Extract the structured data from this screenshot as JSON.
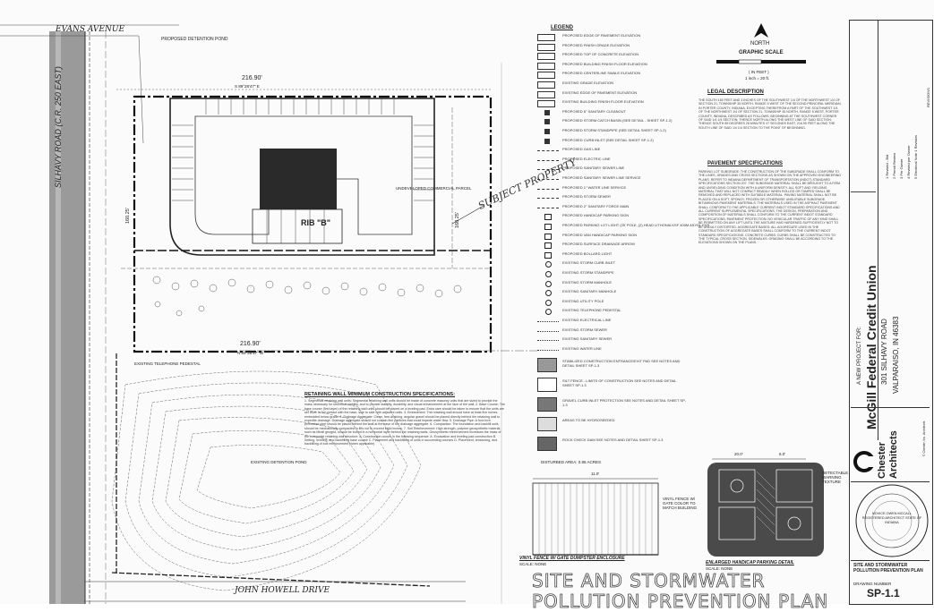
{
  "site": {
    "evans_avenue": "EVANS AVENUE",
    "silhavy_road": "SILHAVY ROAD (C.R. 250 EAST)",
    "john_howell_drive": "JOHN HOWELL DRIVE",
    "subject_property": "SUBJECT PROPERTY",
    "building_label": "RIB \"B\"",
    "detention_pond_label": "EXISTING DETENTION POND",
    "proposed_pond": "PROPOSED DETENTION POND",
    "dim_top": "216.90'",
    "dim_bottom": "216.90'",
    "brg_top": "S 89°28'47\" E",
    "brg_bottom": "N 89°28'47\" W",
    "dim_right": "160.25'",
    "dim_left": "160.25'",
    "undeveloped": "UNDEVELOPED COMMERCIAL PARCEL",
    "ex_storm": "EXISTING TELEPHONE PEDESTAL"
  },
  "legend": {
    "title": "LEGEND",
    "items": [
      "PROPOSED EDGE OF PAVEMENT ELEVATION",
      "PROPOSED FINISH GRADE ELEVATION",
      "PROPOSED TOP OF CONCRETE ELEVATION",
      "PROPOSED BUILDING FINISH FLOOR ELEVATION",
      "PROPOSED CENTERLINE SWALE ELEVATION",
      "EXISTING GRADE ELEVATION",
      "EXISTING EDGE OF PAVEMENT ELEVATION",
      "EXISTING BUILDING FINISH FLOOR ELEVATION",
      "PROPOSED 6\" SANITARY CLEANOUT",
      "PROPOSED STORM CATCH BASIN (SEE DETAIL - SHEET SP-1.2)",
      "PROPOSED STORM STANDPIPE (SEE DETAIL SHEET SP-1.2)",
      "PROPOSED CURB INLET (SEE DETAIL SHEET SP-1.2)",
      "PROPOSED GAS LINE",
      "PROPOSED ELECTRIC LINE",
      "PROPOSED SANITARY SEWER LINE",
      "PROPOSED SANITARY SEWER LINE SERVICE",
      "PROPOSED 1\" WATER LINE SERVICE",
      "PROPOSED STORM SEWER",
      "PROPOSED 2\" SANITARY FORCE MAIN",
      "PROPOSED HANDICAP PARKING SIGN",
      "PROPOSED PARKING LOT LIGHT (25' POLE, (2) HEAD LITHONIA KSF 400M ASYDL EXS",
      "PROPOSED VAN HANDICAP PARKING SIGN",
      "PROPOSED SURFACE DRAINAGE ARROW",
      "PROPOSED BOLLARD LIGHT",
      "EXISTING STORM CURB INLET",
      "EXISTING STORM STANDPIPE",
      "EXISTING STORM MANHOLE",
      "EXISTING SANITARY MANHOLE",
      "EXISTING UTILITY POLE",
      "EXISTING TELEPHONE PEDESTAL",
      "EXISTING ELECTRICAL LINE",
      "EXISTING STORM SEWER",
      "EXISTING SANITARY SEWER",
      "EXISTING WATER LINE"
    ],
    "erosion": [
      "STABILIZED CONSTRUCTION ENTRANCE/EXIT PAD SEE NOTES AND DETAIL SHEET SP-1.3",
      "SILT FENCE - LIMITS OF CONSTRUCTION SEE NOTES AND DETAIL SHEET SP-1.3",
      "GRAVEL CURB INLET PROTECTION SEE NOTES AND DETAIL SHEET SP-1.3",
      "AREAS TO BE HYDROSEEDED",
      "ROCK CHECK DAM SEE NOTES AND DETAIL SHEET SP-1.3"
    ],
    "disturbed": "DISTURBED AREA: 0.85 ACRES"
  },
  "north": {
    "label": "NORTH",
    "scale_title": "GRAPHIC SCALE",
    "scale_units": "( IN FEET )",
    "scale_ratio": "1 inch = 20 ft."
  },
  "sections": {
    "legal": "LEGAL DESCRIPTION",
    "pavement": "PAVEMENT SPECIFICATIONS",
    "retaining": "RETAINING WALL MINIMUM CONSTRUCTION SPECIFICATIONS:"
  },
  "text": {
    "legal_body": "THE SOUTH 160 FEET AND 3 INCHES OF THE SOUTHWEST 1/4 OF THE NORTHWEST 1/4 OF SECTION 21, TOWNSHIP 35 NORTH, RANGE 5 WEST OF THE SECOND PRINCIPAL MERIDIAN, IN PORTER COUNTY, INDIANA, EXCEPTING THEREFROM A PART OF THE SOUTHWEST 1/4 OF THE NORTHWEST 1/4 OF SECTION 21, TOWNSHIP 35 NORTH, RANGE 5 WEST, PORTER COUNTY, INDIANA, DESCRIBED AS FOLLOWS: BEGINNING AT THE SOUTHWEST CORNER OF SAID 1/4 1/4 SECTION; THENCE NORTH ALONG THE WEST LINE OF SAID SECTION; THENCE SOUTH 89 DEGREES 28 MINUTES 47 SECONDS EAST, 216.90 FEET ALONG THE SOUTH LINE OF SAID 1/4 1/4 SECTION TO THE POINT OF BEGINNING.",
    "pavement_body": "PARKING LOT SUBGRADE: THE CONSTRUCTION OF THE SUBGRADE SHALL CONFORM TO THE LINES, GRADES AND CROSS SECTIONS AS SHOWN ON THE APPROVED ENGINEERING PLANS. REFER TO INDIANA DEPARTMENT OF TRANSPORTATION (INDOT) STANDARD SPECIFICATIONS SECTION 207. THE SUBGRADE MATERIAL SHALL BE BROUGHT TO A FIRM AND UNYIELDING CONDITION WITH A UNIFORM DENSITY. ALL SOFT AND YIELDING MATERIAL THAT WILL NOT COMPACT READILY WHEN ROLLED OR TAMPED SHALL BE REMOVED AND REPLACED WITH SUITABLE MATERIAL. PAVING MATERIAL SHALL NOT BE PLACED ON A SOFT, SPONGY, FROZEN OR OTHERWISE UNSUITABLE SUBGRADE. BITUMINOUS PAVEMENT MATERIALS: THE MATERIALS USED IN THE ASPHALT PAVEMENT SHALL CONFORM TO THE APPLICABLE CURRENT INDOT STANDARD SPECIFICATIONS AND ALL CURRENT SUPPLEMENTAL SPECIFICATIONS. THE DESIGN, PREPARATION AND COMPOSITION OF MATERIALS SHALL CONFORM TO THE CURRENT INDOT STANDARD SPECIFICATIONS. PAVEMENT PROTECTION: NO VEHICULAR TRAFFIC OF ANY KIND SHALL BE PERMITTED ON ANY LIFT UNTIL THE MIXTURE HAS HARDENED SUFFICIENTLY NOT TO BE UNDULY DISTORTED. AGGREGATE BASES: ALL AGGREGATE USED IN THE CONSTRUCTION OF AGGREGATE BASES SHALL CONFORM TO THE CURRENT INDOT STANDARD SPECIFICATIONS. CONCRETE CURBS: CURBS SHALL BE CONSTRUCTED TO THE TYPICAL CROSS SECTION. SIDEWALKS: GRADING SHALL BE ACCORDING TO THE ELEVATIONS SHOWN ON THE PLANS.",
    "retaining_body": "1. Segmental retaining wall units: Segmental retaining wall units should be made of concrete masonry units that are sized to provide the mass necessary for structural stability, and to provide stability, durability, and visual enhancement at the face of the wall. 2. Base Course: The base course (first layer) of the retaining wall units should be placed on a leveling pad. Extra care should be taken to ensure that the units are set level, in full contact with the base, side to side with adjacent units. 3. Embedment: The retaining wall should have at least five inches embedded below grade. 4. Drainage Aggregate: Clean, free-draining, angular gravel should be placed directly behind the retaining wall to expedite drainage. Drainage aggregate should not contain fine particles that could impede water flow. 5. Drainage Pipe: A four-inch perforated pipe should be placed behind the wall at the base of the drainage aggregate. 6. Compaction: The foundation and backfill soils should be mechanically compacted in lifts not to exceed eight inches. 7. Soil Reinforcement: High strength, polymer geosynthetic material, such as Mirafi geogrid, should be buried in a horizontal layer behind the retaining walls. Geosynthetic reinforcement increases the mass of the composite retaining wall structure. 8. Construction occurs in the following sequence: A. Excavation and leveling pad construction B. Setting, leveling, and backfilling base course C. Placement and backfilling of units in succeeding courses D. Placement, tensioning, and backfilling of soil reinforcement (when applicable)"
  },
  "details": {
    "fence_title": "VINYL FENCE W/ GATE DUMPSTER ENCLOSURE",
    "fence_scale": "SCALE: NONE",
    "fence_note": "VINYL FENCE W/ GATE COLOR TO MATCH BUILDING",
    "parking_title": "ENLARGED HANDICAP PARKING DETAIL",
    "parking_scale": "SCALE: NONE",
    "dim_20": "20.0'",
    "dim_6": "6.0'",
    "dim_11": "11.0'",
    "detectable": "DETECTABLE WARNING TEXTURE"
  },
  "sheet_title": {
    "line1": "SITE AND STORMWATER",
    "line2": "POLLUTION PREVENTION PLAN"
  },
  "titleblock": {
    "project_for": "A NEW PROJECT FOR:",
    "client": "McGill Federal Credit Union",
    "address1": "301 SILHAVY ROAD",
    "address2": "VALPARAISO, IN 46383",
    "firm_line1": "Chester",
    "firm_line2": "Architects",
    "firm_copy": "© Chester, Inc. Architects",
    "seal": "NOVICE OWEN MCCALL REGISTERED ARCHITECT STATE OF INDIANA",
    "sheet_small_title": "SITE AND STORMWATER POLLUTION PREVENTION PLAN",
    "drawing_label": "DRAWING NUMBER",
    "drawing_no": "SP-1.1",
    "revisions": [
      "1 Revised - Bid",
      "2 Permit Review",
      "3 Per Owner",
      "4 Revised per Owner",
      "5 Electrical Note 1 Revision"
    ],
    "rev_header": "REVISIONS"
  }
}
